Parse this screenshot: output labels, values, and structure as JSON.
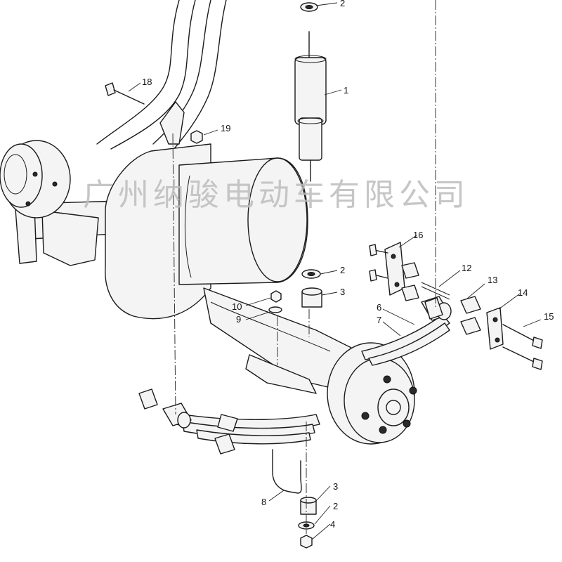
{
  "watermark": "广州纳骏电动车有限公司",
  "callouts": {
    "c1": "1",
    "c2_top": "2",
    "c2_mid": "2",
    "c2_bot": "2",
    "c3_mid": "3",
    "c3_bot": "3",
    "c4": "4",
    "c6": "6",
    "c7": "7",
    "c8": "8",
    "c9": "9",
    "c10": "10",
    "c12": "12",
    "c13": "13",
    "c14": "14",
    "c15": "15",
    "c16": "16",
    "c18": "18",
    "c19": "19"
  }
}
